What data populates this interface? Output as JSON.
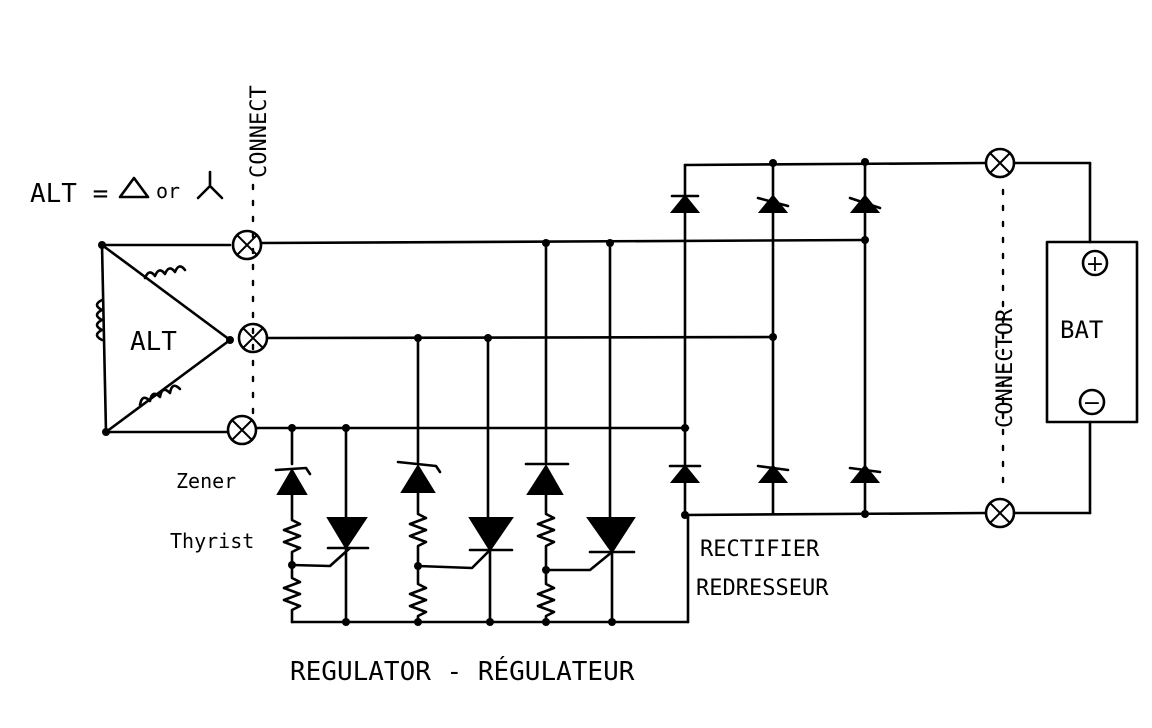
{
  "labels": {
    "alt_formula_prefix": "ALT =",
    "alt_formula_or": "or",
    "alt": "ALT",
    "connect_vertical": "CONNECT",
    "connector_vertical": "CONNECTOR",
    "battery": "BAT",
    "battery_plus": "+",
    "battery_minus": "−",
    "zener": "Zener",
    "thyristor": "Thyrist",
    "rectifier_en": "RECTIFIER",
    "rectifier_fr": "REDRESSEUR",
    "regulator": "REGULATOR - RÉGULATEUR"
  },
  "colors": {
    "ink": "#000000",
    "paper": "#ffffff"
  }
}
